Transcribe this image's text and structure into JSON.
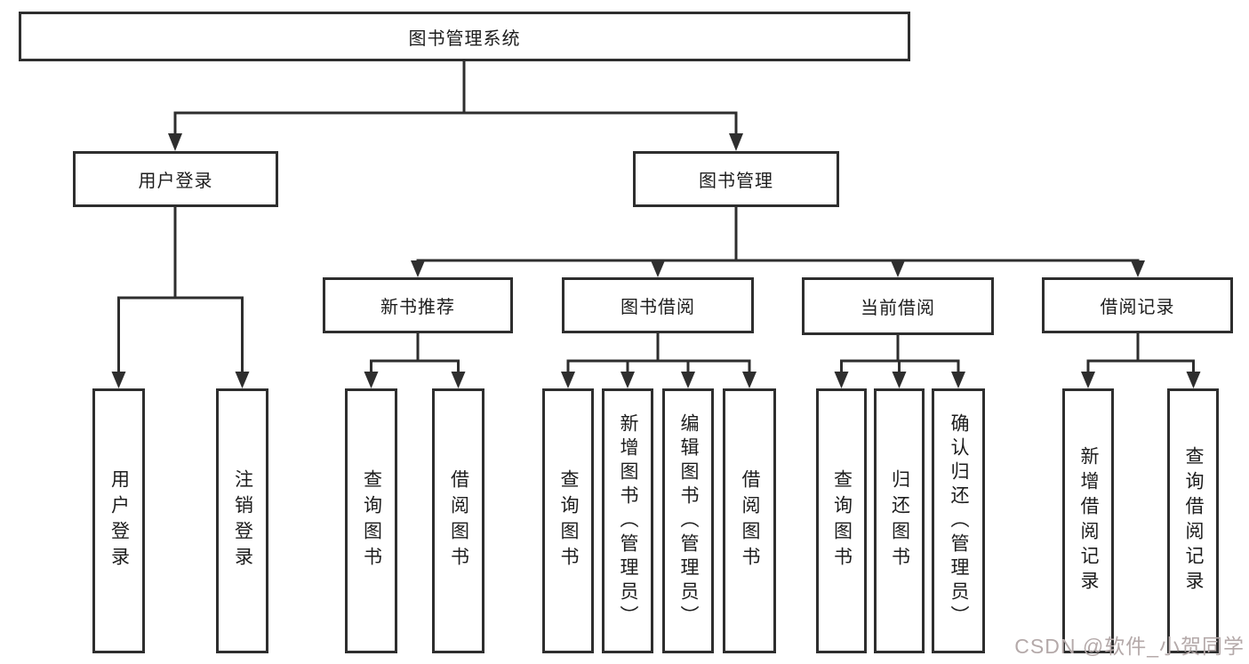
{
  "diagram": {
    "root": "图书管理系统",
    "branches": [
      {
        "label": "用户登录",
        "children": [
          "用户登录",
          "注销登录"
        ]
      },
      {
        "label": "图书管理",
        "groups": [
          {
            "label": "新书推荐",
            "children": [
              "查询图书",
              "借阅图书"
            ]
          },
          {
            "label": "图书借阅",
            "children": [
              "查询图书",
              "新增图书（管理员）",
              "编辑图书（管理员）",
              "借阅图书"
            ]
          },
          {
            "label": "当前借阅",
            "children": [
              "查询图书",
              "归还图书",
              "确认归还（管理员）"
            ]
          },
          {
            "label": "借阅记录",
            "children": [
              "新增借阅记录",
              "查询借阅记录"
            ]
          }
        ]
      }
    ]
  },
  "watermark": "CSDN @软件_小贺同学",
  "colors": {
    "line": "#2e2e2e",
    "text": "#1d1d1d",
    "watermark": "#b4a9a9",
    "background": "#ffffff"
  }
}
